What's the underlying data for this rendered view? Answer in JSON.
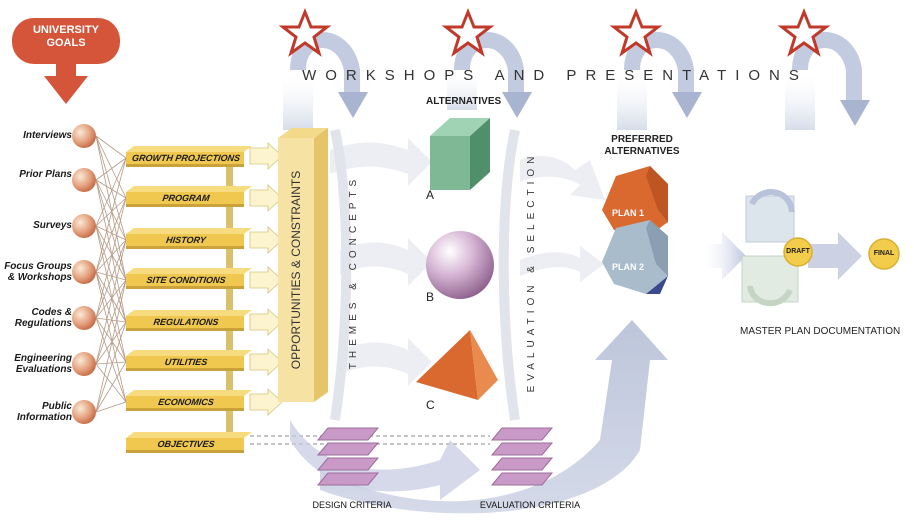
{
  "goal_badge": "UNIVERSITY GOALS",
  "banner": "WORKSHOPS AND PRESENTATIONS",
  "sources": [
    "Interviews",
    "Prior Plans",
    "Surveys",
    "Focus Groups & Workshops",
    "Codes & Regulations",
    "Engineering Evaluations",
    "Public Information"
  ],
  "categories": [
    "GROWTH PROJECTIONS",
    "PROGRAM",
    "HISTORY",
    "SITE CONDITIONS",
    "REGULATIONS",
    "UTILITIES",
    "ECONOMICS",
    "OBJECTIVES"
  ],
  "pillar": "OPPORTUNITIES & CONSTRAINTS",
  "themes": "THEMES & CONCEPTS",
  "evaluation": "EVALUATION & SELECTION",
  "alternatives_title": "ALTERNATIVES",
  "alternatives": [
    "A",
    "B",
    "C"
  ],
  "preferred_title": "PREFERRED ALTERNATIVES",
  "plans": [
    "PLAN 1",
    "PLAN 2"
  ],
  "draft": "DRAFT",
  "final": "FINAL",
  "master_plan": "MASTER PLAN DOCUMENTATION",
  "design_criteria": "DESIGN CRITERIA",
  "evaluation_criteria": "EVALUATION CRITERIA",
  "colors": {
    "goal_red": "#d4553a",
    "bar_gold": "#f0c850",
    "pillar_cream": "#f6e3a4",
    "arrow_blue": "#b4bfd8",
    "star_red": "#c0392b",
    "stack_pink": "#c99ac8",
    "plan_orange": "#d9692e",
    "plan_blue": "#a9bccc",
    "cube_green": "#7fb894"
  }
}
